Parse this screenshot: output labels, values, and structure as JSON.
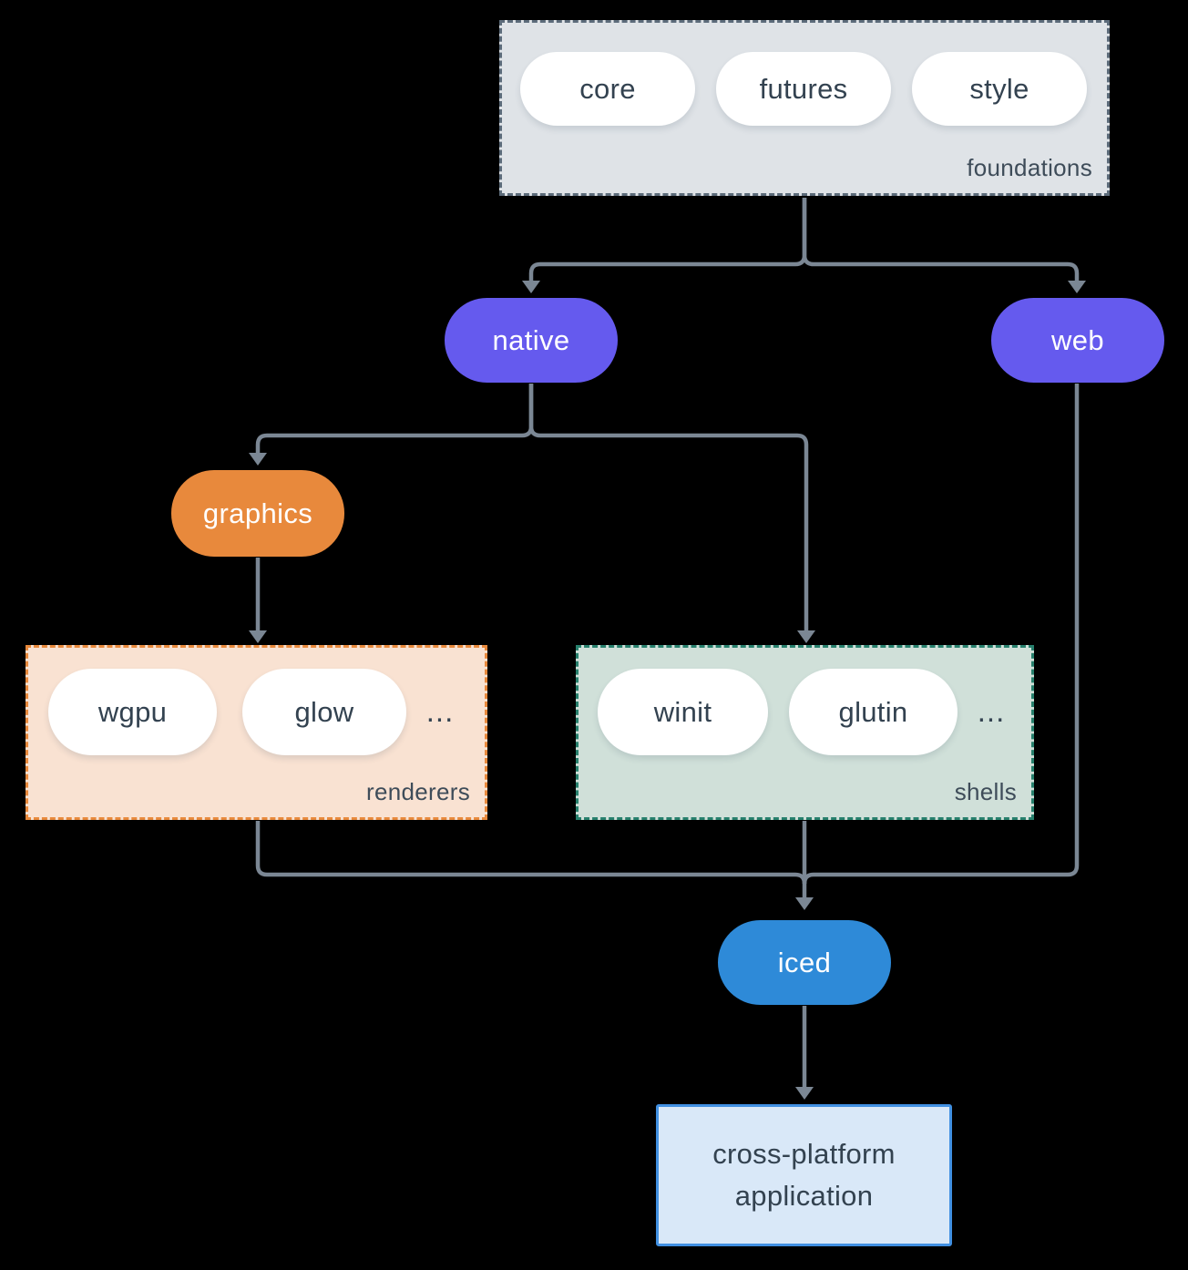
{
  "colors": {
    "background": "#000000",
    "connector": "#7B8794",
    "purple_node": "#655AEE",
    "orange_node": "#E8893C",
    "blue_node": "#2E8AD8",
    "foundations_box_bg": "#DFE3E7",
    "foundations_box_border": "#5C6B7A",
    "renderers_box_bg": "#F9E2D2",
    "renderers_box_border": "#E8893C",
    "shells_box_bg": "#D0E0D9",
    "shells_box_border": "#27806D",
    "app_box_bg": "#D9E8F8",
    "app_box_border": "#4190E2",
    "pill_bg": "#FFFFFF",
    "dark_text": "#334250"
  },
  "groups": {
    "foundations": {
      "label": "foundations",
      "pills": [
        "core",
        "futures",
        "style"
      ]
    },
    "renderers": {
      "label": "renderers",
      "pills": [
        "wgpu",
        "glow"
      ],
      "more": "..."
    },
    "shells": {
      "label": "shells",
      "pills": [
        "winit",
        "glutin"
      ],
      "more": "..."
    }
  },
  "nodes": {
    "native": {
      "label": "native",
      "color": "#655AEE"
    },
    "web": {
      "label": "web",
      "color": "#655AEE"
    },
    "graphics": {
      "label": "graphics",
      "color": "#E8893C"
    },
    "iced": {
      "label": "iced",
      "color": "#2E8AD8"
    },
    "application": {
      "label": "cross-platform application"
    }
  }
}
